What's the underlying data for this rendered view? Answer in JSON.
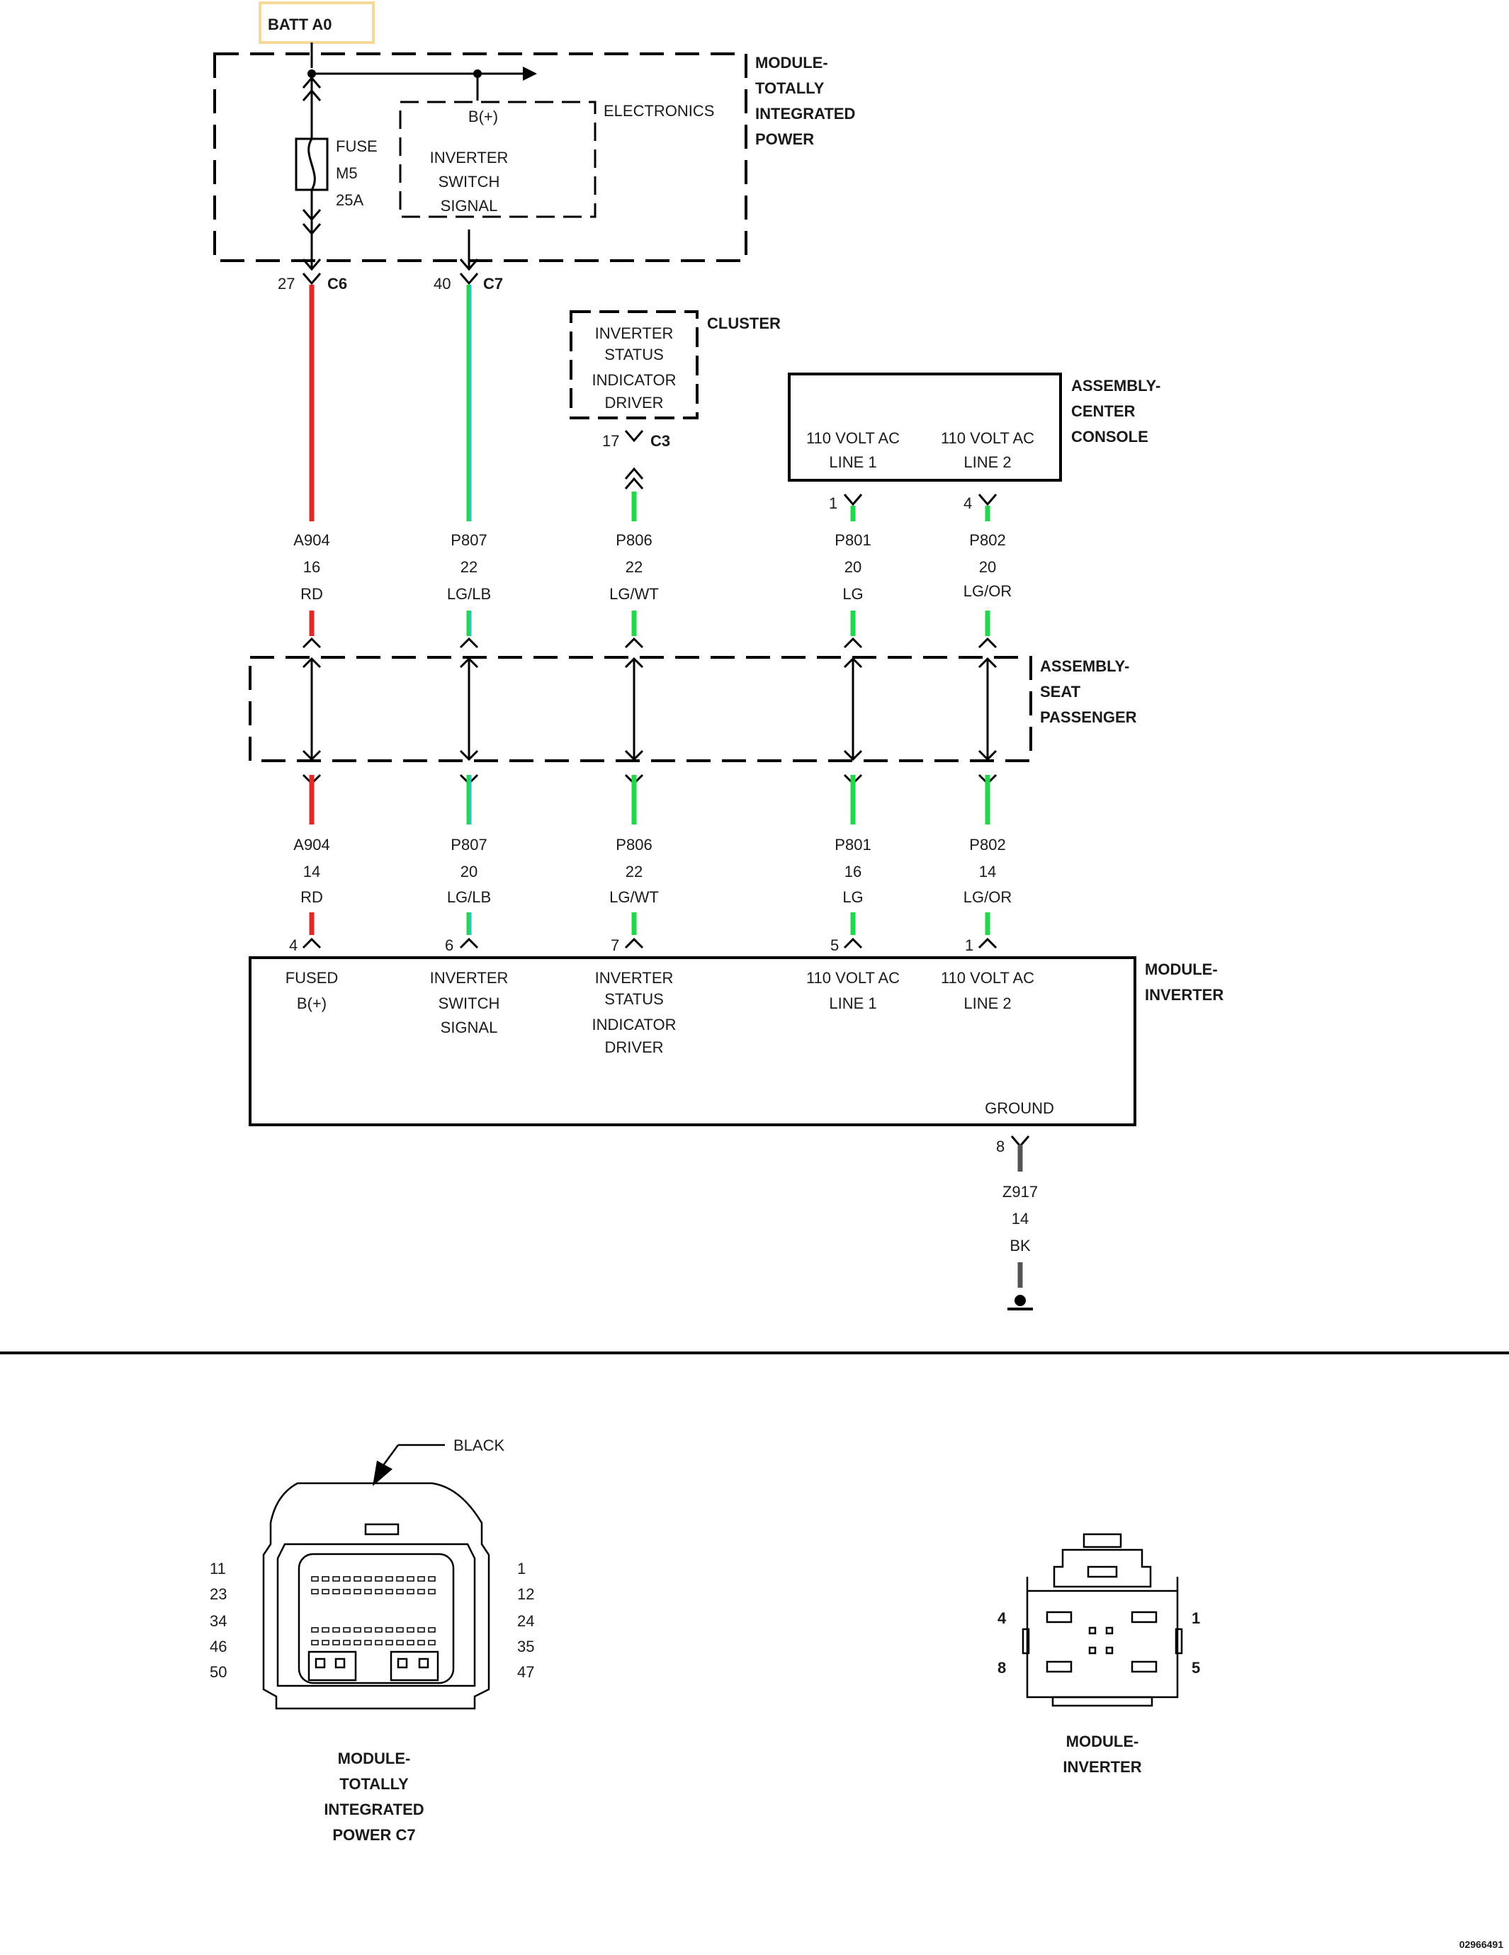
{
  "batt_label": "BATT A0",
  "modules": {
    "tipm": {
      "name_lines": [
        "MODULE-",
        "TOTALLY",
        "INTEGRATED",
        "POWER"
      ],
      "electronics": "ELECTRONICS",
      "bplus": "B(+)",
      "inverter_switch_signal": [
        "INVERTER",
        "SWITCH",
        "SIGNAL"
      ],
      "fuse": [
        "FUSE",
        "M5",
        "25A"
      ]
    },
    "cluster": {
      "name": "CLUSTER",
      "lines": [
        "INVERTER",
        "STATUS",
        "INDICATOR",
        "DRIVER"
      ],
      "pin": "17",
      "connector": "C3"
    },
    "center_console": {
      "name_lines": [
        "ASSEMBLY-",
        "CENTER",
        "CONSOLE"
      ],
      "line1": [
        "110 VOLT AC",
        "LINE 1"
      ],
      "line2": [
        "110 VOLT AC",
        "LINE 2"
      ]
    },
    "seat_passenger": {
      "name_lines": [
        "ASSEMBLY-",
        "SEAT",
        "PASSENGER"
      ]
    },
    "inverter": {
      "name_lines": [
        "MODULE-",
        "INVERTER"
      ],
      "fused": [
        "FUSED",
        "B(+)"
      ],
      "switch": [
        "INVERTER",
        "SWITCH",
        "SIGNAL"
      ],
      "status": [
        "INVERTER",
        "STATUS",
        "INDICATOR",
        "DRIVER"
      ],
      "line1": [
        "110 VOLT AC",
        "LINE 1"
      ],
      "line2": [
        "110 VOLT AC",
        "LINE 2"
      ],
      "ground": "GROUND"
    }
  },
  "tipm_pins": [
    {
      "pin": "27",
      "connector": "C6"
    },
    {
      "pin": "40",
      "connector": "C7"
    }
  ],
  "console_pins": [
    "1",
    "4"
  ],
  "upper_wires": [
    {
      "circuit": "A904",
      "gauge": "16",
      "color_code": "RD",
      "color": "#e8262a"
    },
    {
      "circuit": "P807",
      "gauge": "22",
      "color_code": "LG/LB",
      "color": "#22d84a",
      "stripe": "#35b6f0"
    },
    {
      "circuit": "P806",
      "gauge": "22",
      "color_code": "LG/WT",
      "color": "#22d84a"
    },
    {
      "circuit": "P801",
      "gauge": "20",
      "color_code": "LG",
      "color": "#22d84a"
    },
    {
      "circuit": "P802",
      "gauge": "20",
      "color_code": "LG/OR",
      "color": "#22d84a"
    }
  ],
  "lower_wires": [
    {
      "circuit": "A904",
      "gauge": "14",
      "color_code": "RD",
      "pin": "4",
      "color": "#e8262a"
    },
    {
      "circuit": "P807",
      "gauge": "20",
      "color_code": "LG/LB",
      "pin": "6",
      "color": "#22d84a",
      "stripe": "#35b6f0"
    },
    {
      "circuit": "P806",
      "gauge": "22",
      "color_code": "LG/WT",
      "pin": "7",
      "color": "#22d84a"
    },
    {
      "circuit": "P801",
      "gauge": "16",
      "color_code": "LG",
      "pin": "5",
      "color": "#22d84a"
    },
    {
      "circuit": "P802",
      "gauge": "14",
      "color_code": "LG/OR",
      "pin": "1",
      "color": "#22d84a"
    }
  ],
  "ground_wire": {
    "pin": "8",
    "circuit": "Z917",
    "gauge": "14",
    "color_code": "BK",
    "color": "#555555"
  },
  "connector_views": {
    "tipm_c7": {
      "color_label": "BLACK",
      "left_pins": [
        "11",
        "23",
        "34",
        "46",
        "50"
      ],
      "right_pins": [
        "1",
        "12",
        "24",
        "35",
        "47"
      ],
      "caption": [
        "MODULE-",
        "TOTALLY",
        "INTEGRATED",
        "POWER C7"
      ]
    },
    "inverter": {
      "pins": {
        "top_left": "4",
        "top_right": "1",
        "bottom_left": "8",
        "bottom_right": "5"
      },
      "caption": [
        "MODULE-",
        "INVERTER"
      ]
    }
  },
  "doc_id": "02966491",
  "colors": {
    "batt_box": "#f5d999",
    "red_wire": "#e8262a",
    "green_wire": "#22d84a",
    "blue_stripe": "#35b6f0",
    "ground_wire": "#555555"
  }
}
